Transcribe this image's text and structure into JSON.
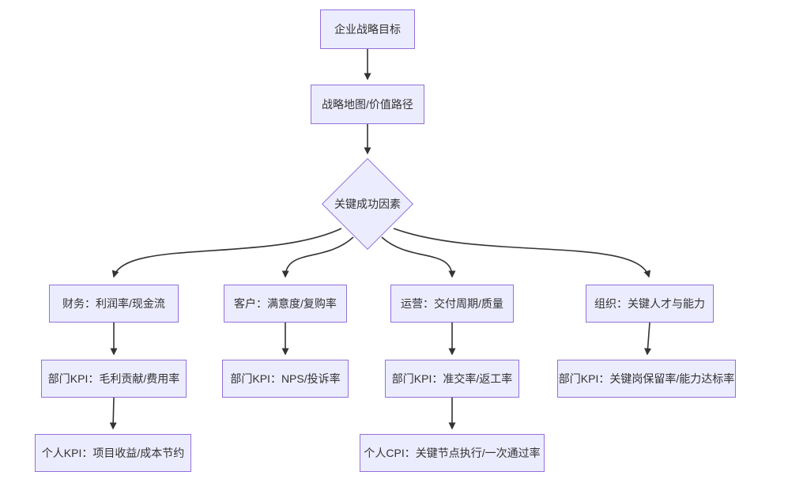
{
  "diagram": {
    "type": "flowchart",
    "orientation": "top-down",
    "colors": {
      "background": "#ffffff",
      "node_fill": "#ECECFF",
      "node_border": "#9370DB",
      "edge": "#333333",
      "text": "#333333"
    },
    "nodes": [
      {
        "id": "goal",
        "shape": "rect",
        "label": "企业战略目标"
      },
      {
        "id": "map",
        "shape": "rect",
        "label": "战略地图/价值路径"
      },
      {
        "id": "csf",
        "shape": "diamond",
        "label": "关键成功因素"
      },
      {
        "id": "finance",
        "shape": "rect",
        "label": "财务：利润率/现金流"
      },
      {
        "id": "customer",
        "shape": "rect",
        "label": "客户：满意度/复购率"
      },
      {
        "id": "operations",
        "shape": "rect",
        "label": "运营：交付周期/质量"
      },
      {
        "id": "organization",
        "shape": "rect",
        "label": "组织：关键人才与能力"
      },
      {
        "id": "finance-dept-kpi",
        "shape": "rect",
        "label": "部门KPI：毛利贡献/费用率"
      },
      {
        "id": "customer-dept-kpi",
        "shape": "rect",
        "label": "部门KPI：NPS/投诉率"
      },
      {
        "id": "operations-dept-kpi",
        "shape": "rect",
        "label": "部门KPI：准交率/返工率"
      },
      {
        "id": "organization-dept-kpi",
        "shape": "rect",
        "label": "部门KPI：关键岗保留率/能力达标率"
      },
      {
        "id": "finance-personal-kpi",
        "shape": "rect",
        "label": "个人KPI：项目收益/成本节约"
      },
      {
        "id": "operations-personal-cpi",
        "shape": "rect",
        "label": "个人CPI：关键节点执行/一次通过率"
      }
    ],
    "edges": [
      {
        "from": "goal",
        "to": "map"
      },
      {
        "from": "map",
        "to": "csf"
      },
      {
        "from": "csf",
        "to": "finance"
      },
      {
        "from": "csf",
        "to": "customer"
      },
      {
        "from": "csf",
        "to": "operations"
      },
      {
        "from": "csf",
        "to": "organization"
      },
      {
        "from": "finance",
        "to": "finance-dept-kpi"
      },
      {
        "from": "customer",
        "to": "customer-dept-kpi"
      },
      {
        "from": "operations",
        "to": "operations-dept-kpi"
      },
      {
        "from": "organization",
        "to": "organization-dept-kpi"
      },
      {
        "from": "finance-dept-kpi",
        "to": "finance-personal-kpi"
      },
      {
        "from": "operations-dept-kpi",
        "to": "operations-personal-cpi"
      }
    ]
  }
}
